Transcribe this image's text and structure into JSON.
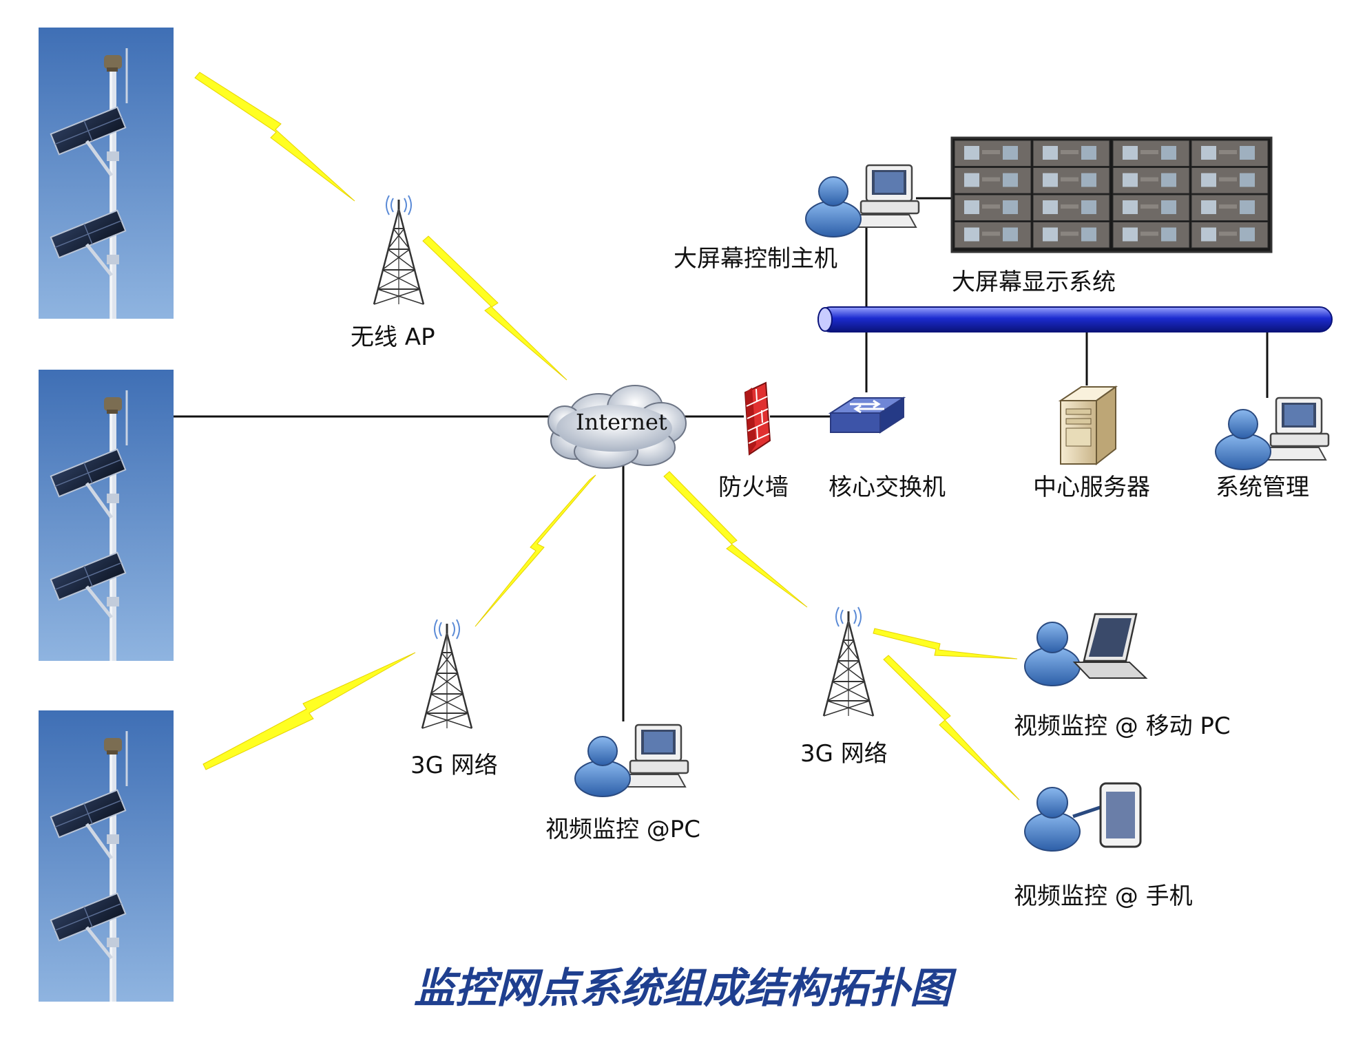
{
  "title": "监控网点系统组成结构拓扑图",
  "nodes": {
    "wireless_ap": "无线 AP",
    "internet": "Internet",
    "firewall": "防火墙",
    "core_switch": "核心交换机",
    "central_server": "中心服务器",
    "system_management": "系统管理",
    "big_screen_controller": "大屏幕控制主机",
    "big_screen_display": "大屏幕显示系统",
    "network_3g_left": "3G 网络",
    "network_3g_right": "3G 网络",
    "monitor_pc": "视频监控 @PC",
    "monitor_mobile_pc": "视频监控 @ 移动 PC",
    "monitor_phone": "视频监控 @ 手机"
  },
  "colors": {
    "sky_top": "#3f6fb5",
    "sky_bottom": "#8fb4e0",
    "bolt": "#ffff22",
    "bus": "#1c2bd0",
    "title": "#1f3f8f",
    "user": "#4a84c8",
    "firewall": "#d42020",
    "switch": "#3d54a8"
  },
  "icons": [
    "solar-camera-pole-photo",
    "antenna-tower-icon",
    "cloud-icon",
    "firewall-icon",
    "switch-icon",
    "server-icon",
    "user-workstation-icon",
    "laptop-icon",
    "tablet-icon",
    "video-wall-icon"
  ]
}
